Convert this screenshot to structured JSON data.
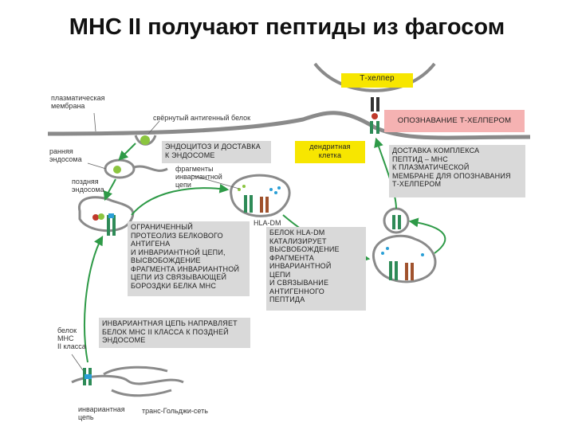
{
  "title": "МНС II получают пептиды из фагосом",
  "boxes": {
    "t_helper": "Т-хелпер",
    "recognition": "ОПОЗНАВАНИЕ Т-ХЕЛПЕРОМ",
    "dendritic_cell": "дендритная\nклетка",
    "endocytosis": "ЭНДОЦИТОЗ И ДОСТАВКА\nК ЭНДОСОМЕ",
    "delivery": "ДОСТАВКА КОМПЛЕКСА\nПЕПТИД – МНС\nК ПЛАЗМАТИЧЕСКОЙ\nМЕМБРАНЕ ДЛЯ ОПОЗНАВАНИЯ\nТ-ХЕЛПЕРОМ",
    "proteolysis": "ОГРАНИЧЕННЫЙ\nПРОТЕОЛИЗ БЕЛКОВОГО\nАНТИГЕНА\nИ ИНВАРИАНТНОЙ ЦЕПИ,\nВЫСВОБОЖДЕНИЕ\nФРАГМЕНТА ИНВАРИАНТНОЙ\nЦЕПИ ИЗ СВЯЗЫВАЮЩЕЙ\nБОРОЗДКИ БЕЛКА МНС",
    "hla_dm_action": "БЕЛОК HLA-DM\nКАТАЛИЗИРУЕТ\nВЫСВОБОЖДЕНИЕ\nФРАГМЕНТА\nИНВАРИАНТНОЙ\nЦЕПИ\nИ СВЯЗЫВАНИЕ\nАНТИГЕННОГО\nПЕПТИДА",
    "invariant_directs": "ИНВАРИАНТНАЯ ЦЕПЬ НАПРАВЛЯЕТ\nБЕЛОК МНС II КЛАССА К ПОЗДНЕЙ\nЭНДОСОМЕ"
  },
  "labels": {
    "plasma_membrane": "плазматическая\nмембрана",
    "folded_protein": "свёрнутый антигенный белок",
    "early_endosome": "ранняя\nэндосома",
    "late_endosome": "поздняя\nэндосома",
    "invariant_fragments": "фрагменты\nинвариантной\nцепи",
    "hla_dm": "HLA-DM",
    "mhc_protein": "белок\nМНС\nII класса",
    "invariant_chain": "инвариантная\nцепь",
    "trans_golgi": "транс-Гольджи-сеть"
  },
  "colors": {
    "membrane": "#8a8a8a",
    "box_grey": "#d9d9d9",
    "box_yellow": "#f7e600",
    "box_pink": "#f5b2b2",
    "arrow": "#2e9a47",
    "antigen": "#8bc53f",
    "mhc": "#2e8b57",
    "invariant": "#2a9fd6",
    "peptide": "#c0392b",
    "hla_dm": "#a0522d"
  }
}
